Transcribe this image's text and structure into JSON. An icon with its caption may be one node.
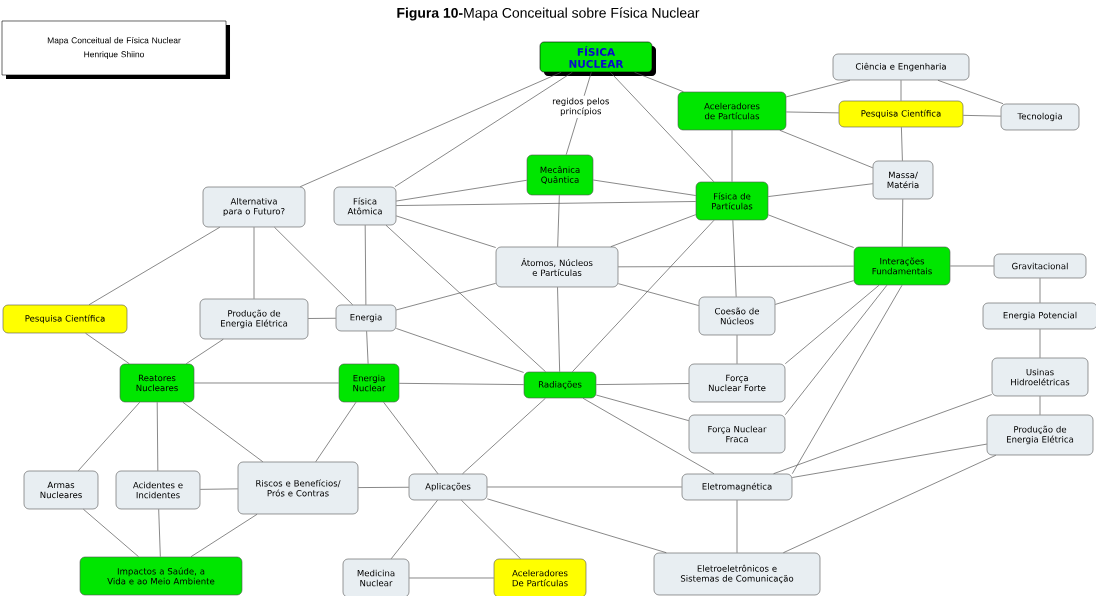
{
  "diagram": {
    "title": "**Figura 10-**Mapa Conceitual sobre Física Nuclear",
    "nodes": [
      {
        "text": [
          "Mapa Conceitual de Física Nuclear",
          "Henrique Shiino"
        ]
      },
      {
        "text": [
          "FÍSICA NUCLEAR"
        ]
      },
      {
        "text": [
          "Ciência e Engenharia"
        ]
      },
      {
        "text": [
          "Aceleradores de Partículas"
        ]
      },
      {
        "text": [
          "Pesquisa Científica"
        ]
      },
      {
        "text": [
          "Tecnologia"
        ]
      },
      {
        "text": [
          "Mecânica Quântica"
        ]
      },
      {
        "text": [
          "Massa/ Matéria"
        ]
      },
      {
        "text": [
          "Alternativa para o Futuro?"
        ]
      },
      {
        "text": [
          "Física Atômica"
        ]
      },
      {
        "text": [
          "Física de Partículas"
        ]
      },
      {
        "text": [
          "Átomos, Núcleos e Partículas"
        ]
      },
      {
        "text": [
          "Interações Fundamentais"
        ]
      },
      {
        "text": [
          "Gravitacional"
        ]
      },
      {
        "text": [
          "Pesquisa Científica"
        ]
      },
      {
        "text": [
          "Produção de Energia Elétrica"
        ]
      },
      {
        "text": [
          "Energia"
        ]
      },
      {
        "text": [
          "Coesão de Núcleos"
        ]
      },
      {
        "text": [
          "Energia Potencial"
        ]
      },
      {
        "text": [
          "Reatores Nucleares"
        ]
      },
      {
        "text": [
          "Energia Nuclear"
        ]
      },
      {
        "text": [
          "Radiações"
        ]
      },
      {
        "text": [
          "Força Nuclear Forte"
        ]
      },
      {
        "text": [
          "Usinas Hidroelétricas"
        ]
      },
      {
        "text": [
          "Força Nuclear Fraca"
        ]
      },
      {
        "text": [
          "Produção de Energia Elétrica"
        ]
      },
      {
        "text": [
          "Armas Nucleares"
        ]
      },
      {
        "text": [
          "Acidentes e Incidentes"
        ]
      },
      {
        "text": [
          "Riscos e Benefícios/ Prós e Contras"
        ]
      },
      {
        "text": [
          "Aplicações"
        ]
      },
      {
        "text": [
          "Eletromagnética"
        ]
      },
      {
        "text": [
          "Impactos a Saúde, a Vida e ao Meio Ambiente"
        ]
      },
      {
        "text": [
          "Medicina Nuclear"
        ]
      },
      {
        "text": [
          "Aceleradores De Partículas"
        ]
      },
      {
        "text": [
          "Eletroeletrônicos e Sistemas de Comunicação"
        ]
      }
    ],
    "edges": [
      {
        "from": 1,
        "to": 8,
        "arrow": "none"
      },
      {
        "from": 1,
        "to": 9,
        "arrow": "none"
      },
      {
        "from": 1,
        "to": 6,
        "arrow": "none",
        "label": "regidos pelos princípios"
      },
      {
        "from": 1,
        "to": 10,
        "arrow": "none"
      },
      {
        "from": 1,
        "to": 3,
        "arrow": "none"
      },
      {
        "from": 3,
        "to": 2,
        "arrow": "none"
      },
      {
        "from": 3,
        "to": 4,
        "arrow": "none"
      },
      {
        "from": 2,
        "to": 4,
        "arrow": "none"
      },
      {
        "from": 2,
        "to": 5,
        "arrow": "none"
      },
      {
        "from": 4,
        "to": 5,
        "arrow": "none"
      },
      {
        "from": 4,
        "to": 7,
        "arrow": "none"
      },
      {
        "from": 3,
        "to": 7,
        "arrow": "none"
      },
      {
        "from": 3,
        "to": 10,
        "arrow": "none"
      },
      {
        "from": 6,
        "to": 9,
        "arrow": "none"
      },
      {
        "from": 6,
        "to": 10,
        "arrow": "none"
      },
      {
        "from": 6,
        "to": 11,
        "arrow": "none"
      },
      {
        "from": 9,
        "to": 10,
        "arrow": "none"
      },
      {
        "from": 9,
        "to": 11,
        "arrow": "none"
      },
      {
        "from": 9,
        "to": 16,
        "arrow": "none"
      },
      {
        "from": 9,
        "to": 21,
        "arrow": "none"
      },
      {
        "from": 7,
        "to": 10,
        "arrow": "none"
      },
      {
        "from": 7,
        "to": 12,
        "arrow": "none"
      },
      {
        "from": 10,
        "to": 11,
        "arrow": "none"
      },
      {
        "from": 10,
        "to": 12,
        "arrow": "none"
      },
      {
        "from": 10,
        "to": 17,
        "arrow": "none"
      },
      {
        "from": 10,
        "to": 21,
        "arrow": "none"
      },
      {
        "from": 11,
        "to": 12,
        "arrow": "none"
      },
      {
        "from": 11,
        "to": 16,
        "arrow": "none"
      },
      {
        "from": 11,
        "to": 17,
        "arrow": "none"
      },
      {
        "from": 11,
        "to": 21,
        "arrow": "none"
      },
      {
        "from": 8,
        "to": 14,
        "arrow": "none"
      },
      {
        "from": 8,
        "to": 15,
        "arrow": "none"
      },
      {
        "from": 8,
        "to": 16,
        "arrow": "none"
      },
      {
        "from": 15,
        "to": 16,
        "arrow": "none"
      },
      {
        "from": 15,
        "to": 19,
        "arrow": "none"
      },
      {
        "from": 14,
        "to": 19,
        "arrow": "none"
      },
      {
        "from": 16,
        "to": 20,
        "arrow": "none"
      },
      {
        "from": 16,
        "to": 21,
        "arrow": "none"
      },
      {
        "from": 12,
        "to": 13,
        "arrow": "none"
      },
      {
        "from": 13,
        "to": 18,
        "arrow": "none"
      },
      {
        "from": 18,
        "to": 23,
        "arrow": "none"
      },
      {
        "from": 23,
        "to": 25,
        "arrow": "none"
      },
      {
        "from": 12,
        "to": 17,
        "arrow": "none"
      },
      {
        "from": 12,
        "to": 22,
        "arrow": "none"
      },
      {
        "from": 12,
        "to": 24,
        "arrow": "none"
      },
      {
        "from": 12,
        "to": 30,
        "arrow": "none"
      },
      {
        "from": 17,
        "to": 22,
        "arrow": "none"
      },
      {
        "from": 21,
        "to": 22,
        "arrow": "none"
      },
      {
        "from": 21,
        "to": 24,
        "arrow": "none"
      },
      {
        "from": 21,
        "to": 30,
        "arrow": "none"
      },
      {
        "from": 21,
        "to": 29,
        "arrow": "none"
      },
      {
        "from": 19,
        "to": 20,
        "arrow": "none"
      },
      {
        "from": 20,
        "to": 21,
        "arrow": "none"
      },
      {
        "from": 19,
        "to": 26,
        "arrow": "none"
      },
      {
        "from": 19,
        "to": 27,
        "arrow": "none"
      },
      {
        "from": 19,
        "to": 28,
        "arrow": "none"
      },
      {
        "from": 20,
        "to": 28,
        "arrow": "none"
      },
      {
        "from": 20,
        "to": 29,
        "arrow": "none"
      },
      {
        "from": 28,
        "to": 29,
        "arrow": "none"
      },
      {
        "from": 27,
        "to": 28,
        "arrow": "none"
      },
      {
        "from": 26,
        "to": 31,
        "arrow": "none"
      },
      {
        "from": 27,
        "to": 31,
        "arrow": "none"
      },
      {
        "from": 28,
        "to": 31,
        "arrow": "none"
      },
      {
        "from": 29,
        "to": 32,
        "arrow": "none"
      },
      {
        "from": 29,
        "to": 33,
        "arrow": "none"
      },
      {
        "from": 32,
        "to": 33,
        "arrow": "none"
      },
      {
        "from": 29,
        "to": 30,
        "arrow": "none"
      },
      {
        "from": 29,
        "to": 34,
        "arrow": "none"
      },
      {
        "from": 30,
        "to": 34,
        "arrow": "none"
      },
      {
        "from": 30,
        "to": 23,
        "arrow": "none"
      },
      {
        "from": 30,
        "to": 25,
        "arrow": "none"
      },
      {
        "from": 25,
        "to": 34,
        "arrow": "none"
      }
    ]
  }
}
